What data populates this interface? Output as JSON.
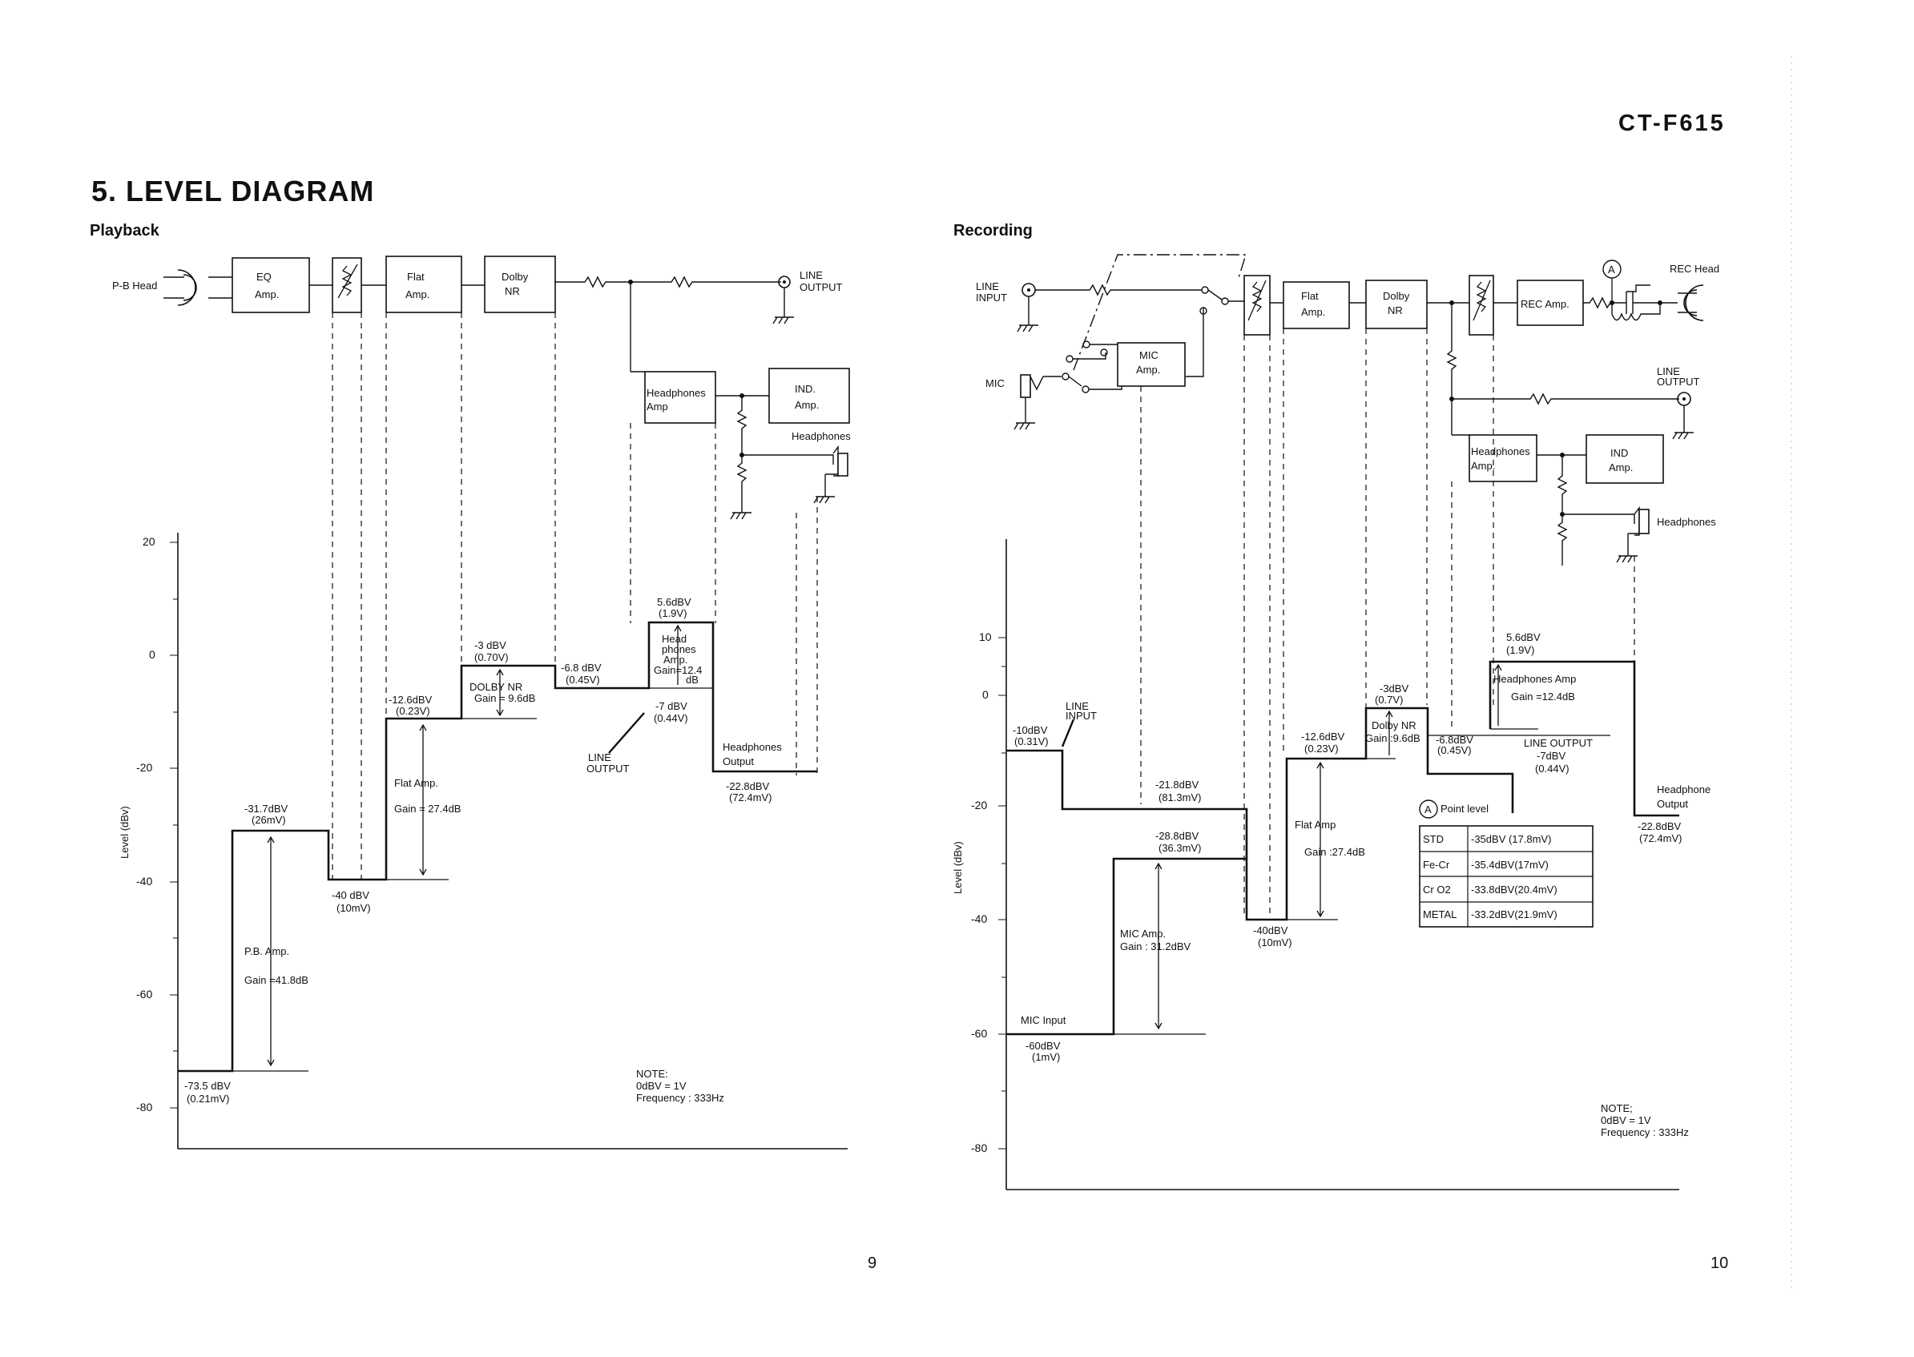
{
  "header": {
    "model": "CT-F615",
    "title": "5. LEVEL DIAGRAM"
  },
  "pages": {
    "left": "9",
    "right": "10"
  },
  "playback": {
    "heading": "Playback",
    "blocks": {
      "head": "P-B Head",
      "eq": [
        "EQ",
        "Amp."
      ],
      "flat": [
        "Flat",
        "Amp."
      ],
      "dolby": [
        "Dolby",
        "NR"
      ],
      "line_output": [
        "LINE",
        "OUTPUT"
      ],
      "hp_amp": [
        "Headphones",
        "Amp"
      ],
      "ind_amp": [
        "IND.",
        "Amp."
      ],
      "headphones": "Headphones"
    },
    "axis": {
      "label": "Level (dBv)",
      "ticks": [
        "20",
        "0",
        "-20",
        "-40",
        "-60",
        "-80"
      ]
    },
    "levels": {
      "l1": [
        "-73.5 dBV",
        "(0.21mV)"
      ],
      "l2": [
        "-31.7dBV",
        "(26mV)"
      ],
      "l3": [
        "-40 dBV",
        "(10mV)"
      ],
      "l4": [
        "-12.6dBV",
        "(0.23V)"
      ],
      "l5": [
        "-3 dBV",
        "(0.70V)"
      ],
      "l6": [
        "-6.8 dBV",
        "(0.45V)"
      ],
      "l7": [
        "5.6dBV",
        "(1.9V)"
      ],
      "l8": [
        "-7 dBV",
        "(0.44V)"
      ],
      "l9": [
        "-22.8dBV",
        "(72.4mV)"
      ]
    },
    "gains": {
      "pb_amp": "P.B. Amp.",
      "pb_gain": "Gain =41.8dB",
      "flat_amp": "Flat Amp.",
      "flat_gain": "Gain = 27.4dB",
      "dolby": "DOLBY NR",
      "dolby_gain": "Gain = 9.6dB",
      "hp": [
        "Head",
        "phones",
        "Amp.",
        "Gain=12.4",
        "dB"
      ],
      "line_output": [
        "LINE",
        "OUTPUT"
      ],
      "hp_output": [
        "Headphones",
        "Output"
      ]
    },
    "note": [
      "NOTE:",
      "0dBV = 1V",
      "Frequency : 333Hz"
    ]
  },
  "recording": {
    "heading": "Recording",
    "blocks": {
      "line_input": [
        "LINE",
        "INPUT"
      ],
      "mic": "MIC",
      "mic_amp": [
        "MIC",
        "Amp."
      ],
      "flat": [
        "Flat",
        "Amp."
      ],
      "dolby": [
        "Dolby",
        "NR"
      ],
      "rec_amp": "REC Amp.",
      "rec_head": "REC Head",
      "point_a": "A",
      "line_output": [
        "LINE",
        "OUTPUT"
      ],
      "hp_amp": [
        "Headphones",
        "Amp."
      ],
      "ind_amp": [
        "IND",
        "Amp."
      ],
      "headphones": "Headphones"
    },
    "axis": {
      "label": "Level (dBv)",
      "ticks": [
        "10",
        "0",
        "-20",
        "-40",
        "-60",
        "-80"
      ]
    },
    "levels": {
      "line_in": [
        "-10dBV",
        "(0.31V)"
      ],
      "line_in_label": [
        "LINE",
        "INPUT"
      ],
      "a1": [
        "-21.8dBV",
        "(81.3mV)"
      ],
      "a2": [
        "-28.8dBV",
        "(36.3mV)"
      ],
      "mic_input": "MIC Input",
      "mic_level": [
        "-60dBV",
        "(1mV)"
      ],
      "b1": [
        "-40dBV",
        "(10mV)"
      ],
      "b2": [
        "-12.6dBV",
        "(0.23V)"
      ],
      "b3": [
        "-3dBV",
        "(0.7V)"
      ],
      "b4": [
        "-6.8dBV",
        "(0.45V)"
      ],
      "b5": [
        "5.6dBV",
        "(1.9V)"
      ],
      "b6": [
        "LINE OUTPUT",
        "-7dBV",
        "(0.44V)"
      ],
      "b7": [
        "-22.8dBV",
        "(72.4mV)"
      ]
    },
    "gains": {
      "mic_amp": "MIC Amp.",
      "mic_gain": "Gain : 31.2dBV",
      "flat_amp": "Flat Amp",
      "flat_gain": "Gain :27.4dB",
      "dolby": "Dolby NR",
      "dolby_gain": "Gain :9.6dB",
      "hp": "Headphones Amp",
      "hp_gain": "Gain =12.4dB",
      "hp_output": [
        "Headphone",
        "Output"
      ]
    },
    "point_table": {
      "title": "Point level",
      "rows": [
        [
          "STD",
          "-35dBV (17.8mV)"
        ],
        [
          "Fe-Cr",
          "-35.4dBV(17mV)"
        ],
        [
          "Cr O2",
          "-33.8dBV(20.4mV)"
        ],
        [
          "METAL",
          "-33.2dBV(21.9mV)"
        ]
      ]
    },
    "note": [
      "NOTE;",
      "0dBV = 1V",
      "Frequency : 333Hz"
    ]
  }
}
